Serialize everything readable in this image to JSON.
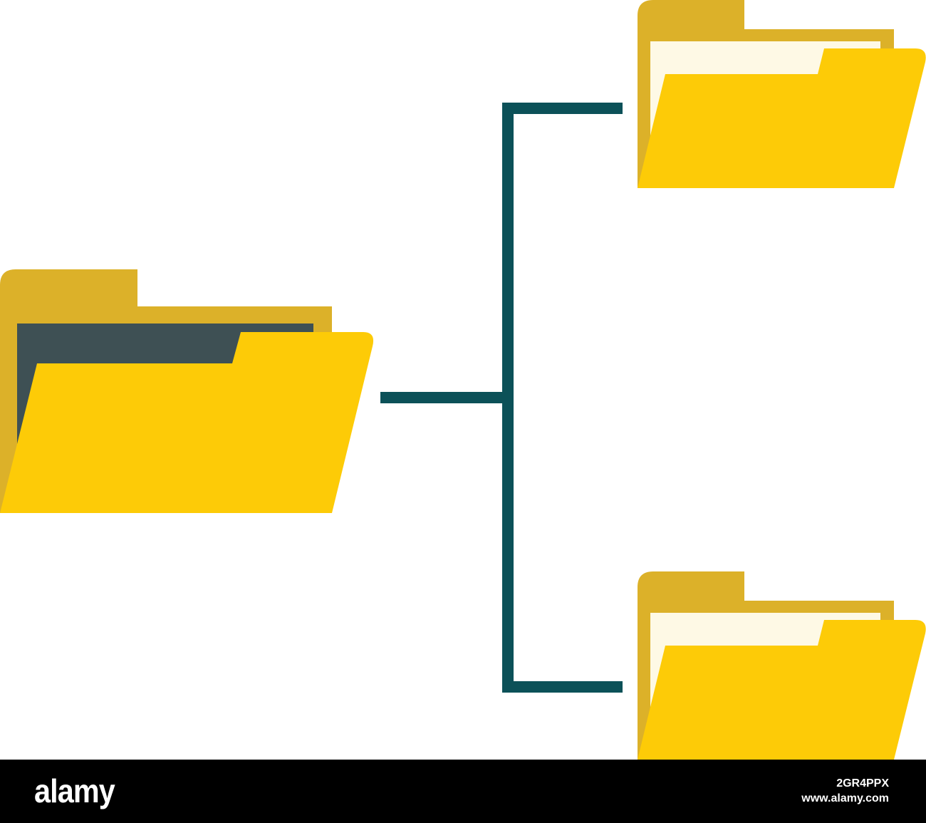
{
  "colors": {
    "background": "#ffffff",
    "folder_front": "#fdcb07",
    "folder_back": "#dcb129",
    "root_folder_paper": "#3e5054",
    "child_folder_paper": "#fef9e5",
    "connector": "#0c5158",
    "footer": "#000000",
    "footer_text": "#ffffff"
  },
  "diagram": {
    "root": {
      "name": "folder-icon",
      "open": true
    },
    "children": [
      {
        "name": "folder-icon",
        "open": true
      },
      {
        "name": "folder-icon",
        "open": true
      }
    ]
  },
  "footer": {
    "logo_text": "alamy",
    "image_id": "2GR4PPX",
    "site_url": "www.alamy.com"
  }
}
